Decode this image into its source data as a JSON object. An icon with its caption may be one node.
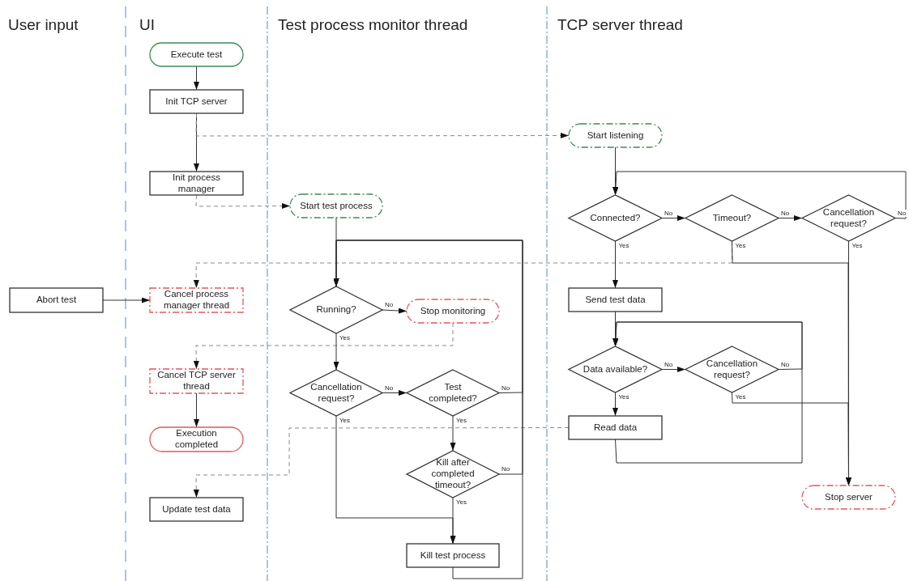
{
  "diagram": {
    "nodes": [
      {
        "text": [
          "Execute test"
        ]
      },
      {
        "text": [
          "Init TCP server"
        ]
      },
      {
        "text": [
          "Init process manager"
        ]
      },
      {
        "text": [
          "Abort test"
        ]
      },
      {
        "text": [
          "Cancel process manager thread"
        ]
      },
      {
        "text": [
          "Cancel TCP server thread"
        ]
      },
      {
        "text": [
          "Execution completed"
        ]
      },
      {
        "text": [
          "Update test data"
        ]
      },
      {
        "text": [
          "Start test process"
        ]
      },
      {
        "text": [
          "Running?"
        ]
      },
      {
        "text": [
          "Stop monitoring"
        ]
      },
      {
        "text": [
          "Cancellation request?"
        ]
      },
      {
        "text": [
          "Test completed?"
        ]
      },
      {
        "text": [
          "Kill after completed timeout?"
        ]
      },
      {
        "text": [
          "Kill test process"
        ]
      },
      {
        "text": [
          "Start listening"
        ]
      },
      {
        "text": [
          "Connected?"
        ]
      },
      {
        "text": [
          "Timeout?"
        ]
      },
      {
        "text": [
          "Cancellation request?"
        ]
      },
      {
        "text": [
          "Send test data"
        ]
      },
      {
        "text": [
          "Data available?"
        ]
      },
      {
        "text": [
          "Cancellation request?"
        ]
      },
      {
        "text": [
          "Read data"
        ]
      },
      {
        "text": [
          "Stop server"
        ]
      }
    ],
    "edges": [
      {
        "from": 0,
        "to": 1,
        "arrow": "to"
      },
      {
        "from": 1,
        "to": 2,
        "arrow": "to"
      },
      {
        "from": 1,
        "to": 15,
        "arrow": "to",
        "style": "dashed",
        "color": "#8a8a8a"
      },
      {
        "from": 2,
        "to": 8,
        "arrow": "to",
        "style": "dashed",
        "color": "#8a8a8a"
      },
      {
        "from": 3,
        "to": 4,
        "arrow": "to"
      },
      {
        "from": 17,
        "to": 4,
        "arrow": "to",
        "style": "dashed",
        "color": "#8a8a8a"
      },
      {
        "from": 5,
        "to": 6,
        "arrow": "to"
      },
      {
        "from": 10,
        "to": 5,
        "arrow": "to",
        "style": "dashed",
        "color": "#8a8a8a"
      },
      {
        "from": 22,
        "to": 7,
        "arrow": "to",
        "style": "dashed",
        "color": "#8a8a8a"
      },
      {
        "from": 8,
        "to": 9,
        "arrow": "to"
      },
      {
        "from": 9,
        "to": 10,
        "arrow": "to",
        "label": "No"
      },
      {
        "from": 9,
        "to": 11,
        "arrow": "to",
        "label": "Yes"
      },
      {
        "from": 11,
        "to": 12,
        "arrow": "to",
        "label": "No"
      },
      {
        "from": 12,
        "to": 13,
        "arrow": "to",
        "label": "Yes"
      },
      {
        "from": 13,
        "to": 14,
        "arrow": "to",
        "label": "Yes"
      },
      {
        "from": 11,
        "to": 14,
        "arrow": "to",
        "label": "Yes"
      },
      {
        "from": 12,
        "to": 9,
        "arrow": "to",
        "label": "No"
      },
      {
        "from": 13,
        "to": 9,
        "arrow": "to",
        "label": "No"
      },
      {
        "from": 14,
        "to": 9,
        "arrow": "to"
      },
      {
        "from": 15,
        "to": 16,
        "arrow": "to"
      },
      {
        "from": 16,
        "to": 17,
        "arrow": "to",
        "label": "No"
      },
      {
        "from": 17,
        "to": 18,
        "arrow": "to",
        "label": "No"
      },
      {
        "from": 18,
        "to": 16,
        "arrow": "to",
        "label": "No"
      },
      {
        "from": 16,
        "to": 19,
        "arrow": "to",
        "label": "Yes"
      },
      {
        "from": 17,
        "to": 23,
        "arrow": "to",
        "label": "Yes"
      },
      {
        "from": 18,
        "to": 23,
        "arrow": "to",
        "label": "Yes"
      },
      {
        "from": 19,
        "to": 20,
        "arrow": "to"
      },
      {
        "from": 20,
        "to": 21,
        "arrow": "to",
        "label": "No"
      },
      {
        "from": 20,
        "to": 22,
        "arrow": "to",
        "label": "Yes"
      },
      {
        "from": 21,
        "to": 20,
        "arrow": "to",
        "label": "No"
      },
      {
        "from": 22,
        "to": 20,
        "arrow": "to"
      },
      {
        "from": 21,
        "to": 23,
        "arrow": "to",
        "label": "Yes"
      }
    ],
    "labels": [
      "User input",
      "UI",
      "Test process monitor thread",
      "TCP server thread"
    ]
  }
}
